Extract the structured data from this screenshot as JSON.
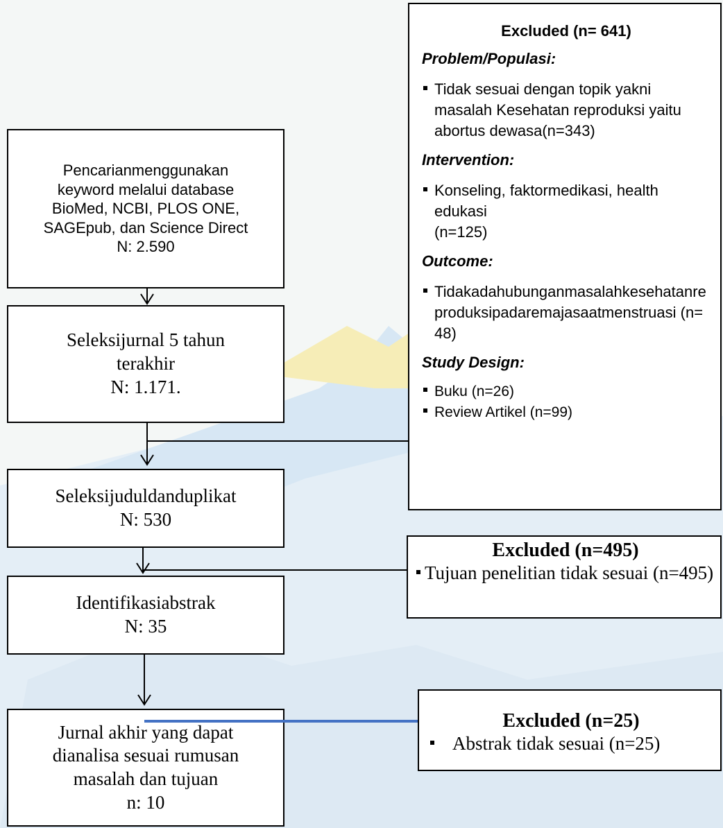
{
  "flow": {
    "search": {
      "lines": [
        "Pencarianmenggunakan",
        "keyword melalui database",
        "BioMed, NCBI, PLOS ONE,",
        "SAGEpub, dan Science Direct",
        "N: 2.590"
      ]
    },
    "five_year": {
      "lines": [
        "Seleksijurnal 5 tahun",
        "terakhir",
        "N: 1.171."
      ]
    },
    "title_dup": {
      "lines": [
        "Seleksijuduldanduplikat",
        "N: 530"
      ]
    },
    "abstract": {
      "lines": [
        "Identifikasiabstrak",
        "N: 35"
      ]
    },
    "final": {
      "lines": [
        "Jurnal akhir yang dapat",
        "dianalisa sesuai rumusan",
        "masalah dan tujuan",
        "n: 10"
      ]
    }
  },
  "excluded1": {
    "title": "Excluded (n= 641)",
    "sections": [
      {
        "heading": "Problem/Populasi:",
        "items": [
          "Tidak sesuai dengan topik yakni masalah Kesehatan reproduksi yaitu abortus dewasa(n=343)"
        ]
      },
      {
        "heading": "Intervention:",
        "items": [
          "Konseling, faktormedikasi, health edukasi\n(n=125)"
        ]
      },
      {
        "heading": "Outcome:",
        "items": [
          "Tidakadahubunganmasalahkesehatanreproduksipadaremajasaatmenstruasi (n=48)"
        ]
      },
      {
        "heading": "Study Design:",
        "items": [
          "Buku (n=26)",
          "Review Artikel (n=99)"
        ]
      }
    ]
  },
  "excluded2": {
    "title": "Excluded (n=495)",
    "items": [
      "Tujuan penelitian tidak sesuai (n=495)"
    ]
  },
  "excluded3": {
    "title": "Excluded (n=25)",
    "items": [
      "Abstrak tidak sesuai  (n=25)"
    ]
  },
  "colors": {
    "connector_blue": "#4472c4",
    "watermark_blue": "#8fb7e0",
    "watermark_yellow": "#f4e27a"
  }
}
